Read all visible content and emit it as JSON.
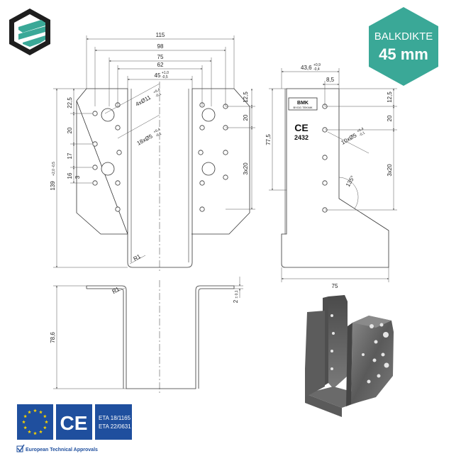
{
  "colors": {
    "brand_teal": "#3aa897",
    "brand_dark": "#1e1e1e",
    "eu_blue": "#1f4f9e",
    "eu_star": "#f5d000",
    "line": "#333333",
    "dim_line": "#555555",
    "product_metal": "#6e6e6e"
  },
  "badge": {
    "label": "BALKDIKTE",
    "value": "45 mm"
  },
  "front_view": {
    "width_dims": [
      "115",
      "98",
      "75",
      "62"
    ],
    "inner_width_dim": "45",
    "inner_width_tol_top": "+1,0",
    "inner_width_tol_bot": "-0,5",
    "height_dim": "139",
    "height_tol": "+2,0 -0,5",
    "left_dims": [
      "22,5",
      "20",
      "17",
      "16",
      "3"
    ],
    "right_dims": [
      "12,5",
      "20",
      "3x20"
    ],
    "hole_large_label": "4xØ11",
    "hole_large_tol_top": "+0,4",
    "hole_large_tol_bot": "-0,1",
    "hole_small_label": "18xØ5",
    "hole_small_tol_top": "+0,4",
    "hole_small_tol_bot": "-0,1",
    "radius_label": "R1"
  },
  "side_view": {
    "width_dim": "43,6",
    "width_tol_top": "+0,9",
    "width_tol_bot": "-0,4",
    "offset_dim": "8,5",
    "height_dim": "77,5",
    "right_dims": [
      "12,5",
      "20",
      "3x20"
    ],
    "hole_label": "10xØ5",
    "hole_tol_top": "+0,4",
    "hole_tol_bot": "-0,1",
    "angle_label": "135°",
    "base_dim": "75",
    "plate_brand": "BMK",
    "plate_sub": "BYGG TEKNIK",
    "ce_number": "2432"
  },
  "bottom_view": {
    "height_dim": "78,6",
    "radius_label": "R1",
    "thickness_dim": "2",
    "thickness_tol": "± 0,1"
  },
  "certification": {
    "ce_mark": "CE",
    "eta_lines": [
      "ETA 18/1165",
      "ETA 22/0631"
    ],
    "caption": "European Technical Approvals"
  }
}
